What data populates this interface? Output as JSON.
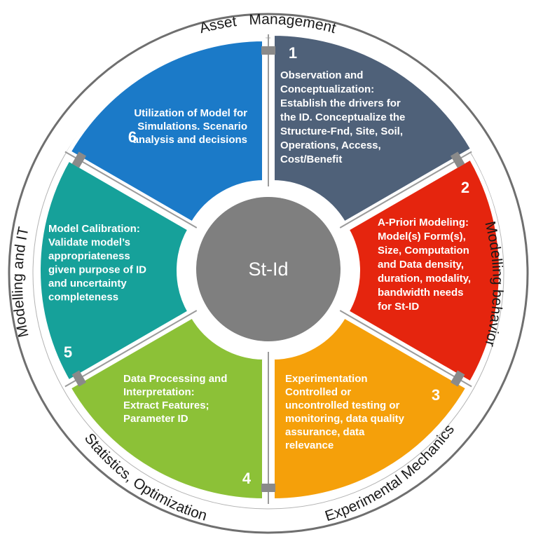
{
  "center": {
    "label": "St-Id",
    "color": "#7f7f7f"
  },
  "outer_labels": {
    "top": "Asset   Management",
    "right": "Modelling behavior",
    "bottom_right": "Experimental Mechanics",
    "bottom_left": "Statistics, Optimization",
    "left": "Modelling and IT"
  },
  "segments": [
    {
      "number": "1",
      "color": "#4f6179",
      "lines": [
        "Observation and",
        "Conceptualization:",
        "Establish the drivers for",
        "the ID. Conceptualize the",
        "Structure-Fnd, Site, Soil,",
        "Operations, Access,",
        "Cost/Benefit"
      ]
    },
    {
      "number": "2",
      "color": "#e5250e",
      "lines": [
        "A-Priori Modeling:",
        "Model(s) Form(s),",
        "Size, Computation",
        "and Data density,",
        "duration, modality,",
        "bandwidth needs",
        "for St-ID"
      ]
    },
    {
      "number": "3",
      "color": "#f5a00a",
      "lines": [
        "Experimentation",
        "Controlled or",
        "uncontrolled testing or",
        "monitoring, data quality",
        "assurance, data",
        "relevance"
      ]
    },
    {
      "number": "4",
      "color": "#8cc137",
      "lines": [
        "Data Processing and",
        "Interpretation:",
        "Extract Features;",
        "Parameter ID"
      ]
    },
    {
      "number": "5",
      "color": "#16a19a",
      "lines": [
        "Model Calibration:",
        "Validate model’s",
        "appropriateness",
        "given purpose of ID",
        "and uncertainty",
        "completeness"
      ]
    },
    {
      "number": "6",
      "color": "#1b7ac8",
      "lines": [
        "Utilization of Model for",
        "Simulations. Scenario",
        "analysis and decisions"
      ]
    }
  ]
}
